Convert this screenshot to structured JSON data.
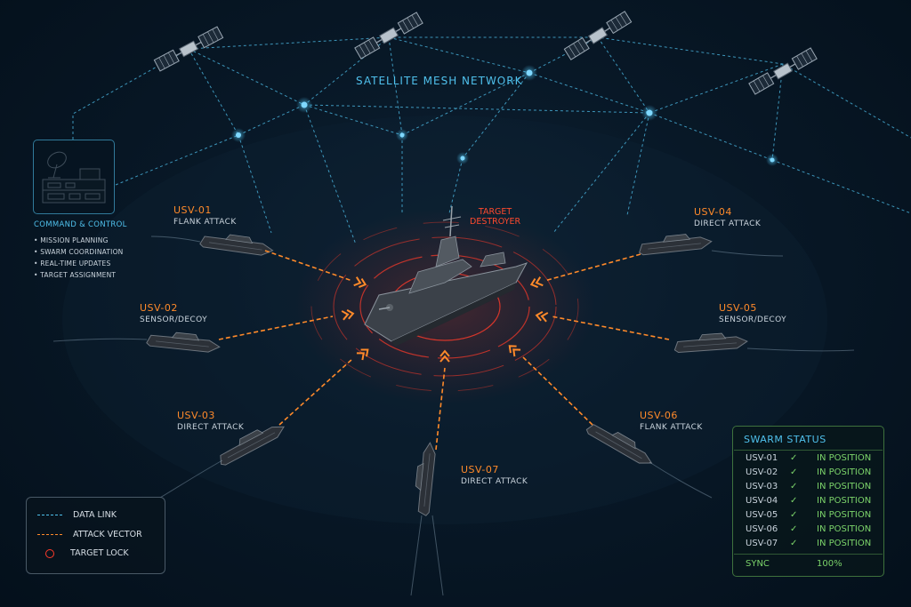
{
  "network": {
    "title": "SATELLITE MESH NETWORK"
  },
  "target": {
    "line1": "TARGET",
    "line2": "DESTROYER"
  },
  "command": {
    "title": "COMMAND & CONTROL",
    "items": [
      "MISSION PLANNING",
      "SWARM COORDINATION",
      "REAL-TIME UPDATES",
      "TARGET ASSIGNMENT"
    ]
  },
  "usvs": [
    {
      "name": "USV-01",
      "role": "FLANK ATTACK"
    },
    {
      "name": "USV-02",
      "role": "SENSOR/DECOY"
    },
    {
      "name": "USV-03",
      "role": "DIRECT ATTACK"
    },
    {
      "name": "USV-04",
      "role": "DIRECT ATTACK"
    },
    {
      "name": "USV-05",
      "role": "SENSOR/DECOY"
    },
    {
      "name": "USV-06",
      "role": "FLANK ATTACK"
    },
    {
      "name": "USV-07",
      "role": "DIRECT ATTACK"
    }
  ],
  "legend": {
    "items": [
      {
        "label": "DATA LINK",
        "swatch": "dashed-blue-line"
      },
      {
        "label": "ATTACK VECTOR",
        "swatch": "dashed-orange-line"
      },
      {
        "label": "TARGET LOCK",
        "swatch": "red-circle-icon"
      }
    ]
  },
  "status": {
    "title": "SWARM STATUS",
    "rows": [
      {
        "id": "USV-01",
        "check": "✓",
        "state": "IN POSITION"
      },
      {
        "id": "USV-02",
        "check": "✓",
        "state": "IN POSITION"
      },
      {
        "id": "USV-03",
        "check": "✓",
        "state": "IN POSITION"
      },
      {
        "id": "USV-04",
        "check": "✓",
        "state": "IN POSITION"
      },
      {
        "id": "USV-05",
        "check": "✓",
        "state": "IN POSITION"
      },
      {
        "id": "USV-06",
        "check": "✓",
        "state": "IN POSITION"
      },
      {
        "id": "USV-07",
        "check": "✓",
        "state": "IN POSITION"
      }
    ],
    "sync_label": "SYNC",
    "sync_value": "100%"
  },
  "colors": {
    "data_link": "#4fc0ec",
    "attack_vector": "#ff8a2a",
    "target_lock": "#ff3b2a",
    "status_ok": "#7bd36a",
    "background": "#06121d"
  }
}
